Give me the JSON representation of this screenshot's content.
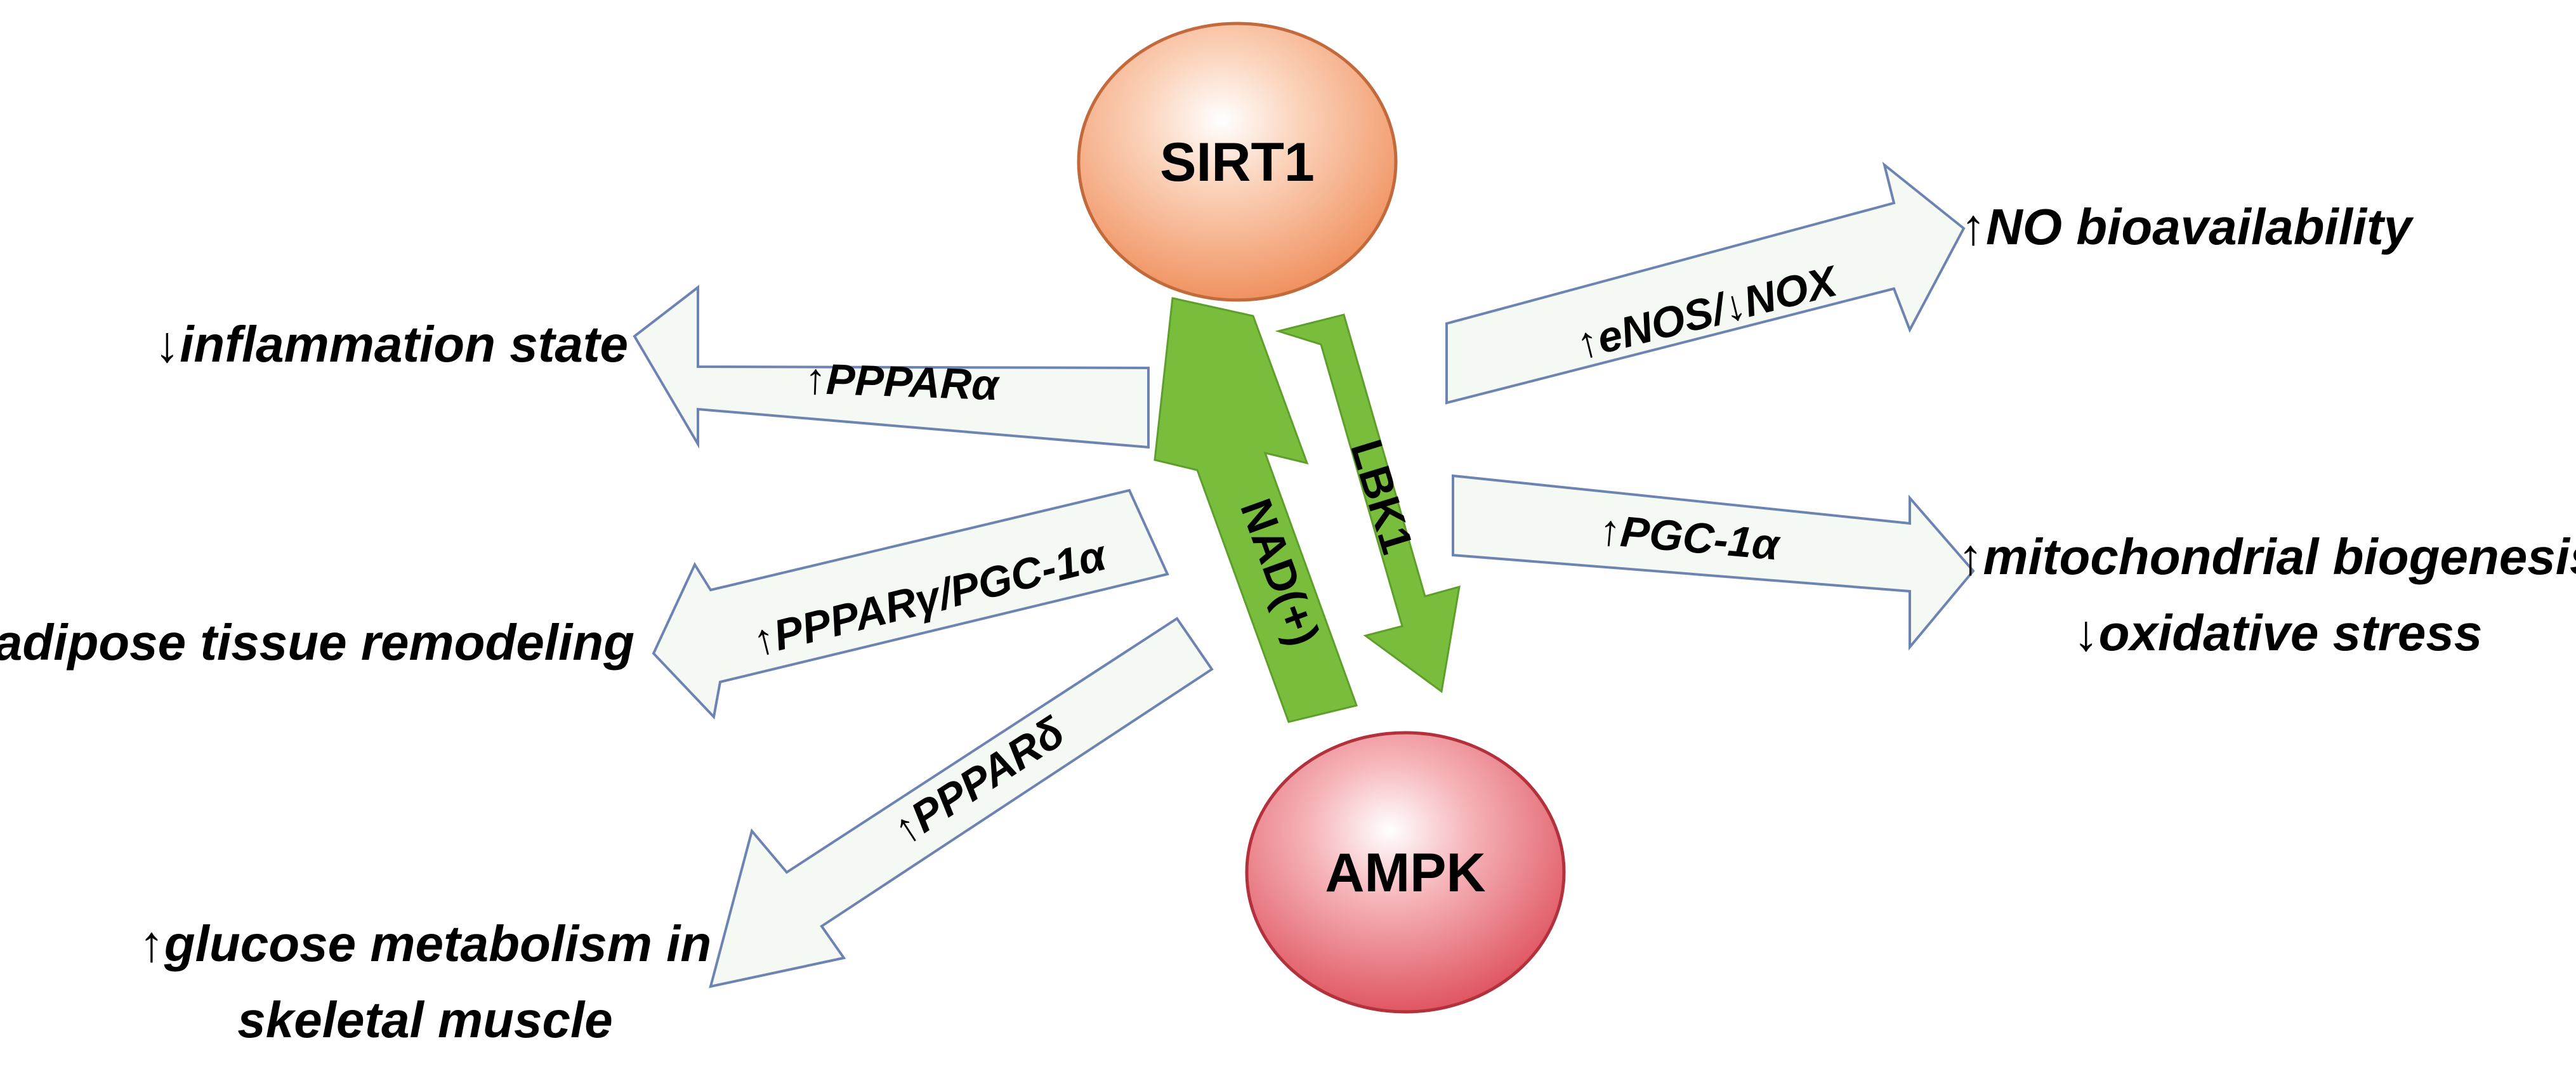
{
  "nodes": {
    "sirt1": {
      "label": "SIRT1",
      "fill": "#f6a477"
    },
    "ampk": {
      "label": "AMPK",
      "fill": "#e8626d"
    }
  },
  "links": {
    "nad": {
      "label": "NAD(+)",
      "color": "#78bd3b"
    },
    "lbk1": {
      "label": "LBK1",
      "color": "#78bd3b"
    }
  },
  "arrows": {
    "ppara": {
      "label": "↑PPPARα"
    },
    "pparg": {
      "label": "↑PPPARγ/PGC-1α"
    },
    "ppard": {
      "label": "↑PPPARδ"
    },
    "enos": {
      "label": "↑eNOS/↓NOX"
    },
    "pgc": {
      "label": "↑PGC-1α"
    }
  },
  "outcomes": {
    "inflammation": "↓inflammation state",
    "adipose": "↑ adipose tissue remodeling",
    "glucose_line1": "↑glucose metabolism in",
    "glucose_line2": "skeletal muscle",
    "no": "↑NO bioavailability",
    "mito_line1": "↑mitochondrial biogenesis",
    "mito_line2": "↓oxidative stress"
  },
  "colors": {
    "outline_arrow_fill": "#f5f9f3",
    "outline_arrow_stroke": "#6d84b2"
  }
}
